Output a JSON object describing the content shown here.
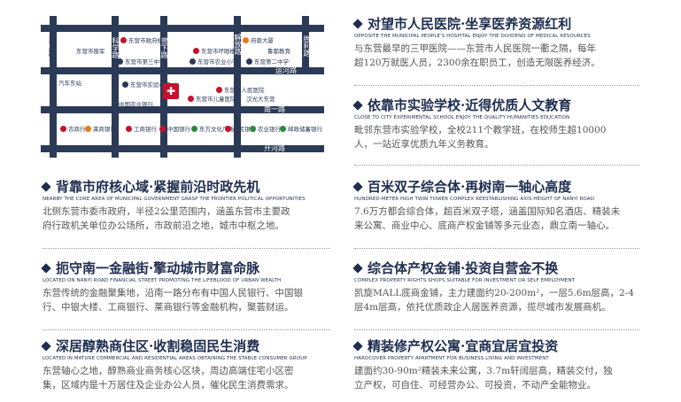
{
  "map": {
    "roads": {
      "dongsan": "东三路",
      "dongyi": "东一路",
      "kexue": "科学路",
      "yingxia": "营下路",
      "jiefang": "解放路",
      "shengli": "胜利路",
      "yunhe": "运河路",
      "nanyi": "南一路",
      "kaihe": "开河路"
    },
    "pois": {
      "govt_building": "东营市政府楼",
      "lingjun": "东营市陵军",
      "shuiluyiyuan": "东营市坏眼楼",
      "shibaoku": "府蔡大厦",
      "lubei": "鲁都教育",
      "sanzhong": "东营市第三中学",
      "shiyan": "东营市实验小学",
      "nongye": "东营市农业小学",
      "hanzhao": "汉光大东营",
      "dongying": "东营第二中学",
      "qiche": "汽车东站",
      "zhonghuo": "东营市中",
      "renmin": "中国农业银行",
      "ertong": "东营市儿童医院",
      "renmin_hosp": "东营市人民医院",
      "bank1": "农商行",
      "bank2": "莱商银行",
      "bank3": "工商银行",
      "bank4": "中国银行",
      "bank5": "东方文化广场",
      "bank6": "人民银行",
      "bank7": "农业银行",
      "bank8": "邮政储蓄银行"
    }
  },
  "sections": [
    {
      "title": "背靠市府核心域·紧握前沿时政先机",
      "subtitle": "NEARBY THE CORE AREA OF MUNICIPAL GOVERNMENT GRASP THE FRONTIER POLITICAL OPPORTUNITIES",
      "lines": [
        "北侧东营市委市政府，半径2公里范围内，涵盖东营市主要政",
        "府行政机关单位办公场所，市政前沿之地，城市中枢之地。"
      ]
    },
    {
      "title": "扼守南一金融街·擎动城市财富命脉",
      "subtitle": "LOCATED ON NANYI ROAD FINANCIAL STREET PROMOTING THE LIFEBLOOD OF URBAN WEALTH",
      "lines": [
        "东营传统的金融聚集地，沿南一路分布有中国人民银行、中国银",
        "行、中银大楼、工商银行、莱商银行等金融机构，聚荟财运。"
      ]
    },
    {
      "title": "深居醇熟商住区·收割稳固民生消费",
      "subtitle": "LOCATED IN MATURE COMMERCIAL AND RESIDENTIAL AREAS OBTAINING THE STABLE CONSUMER GROUP",
      "lines": [
        "东营轴心之地，醇熟商业商务核心区块，周边高端住宅小区密",
        "集，区域内是十万居住及企业办公人员，催化民生消费需求。"
      ]
    },
    {
      "title": "对望市人民医院·坐享医养资源红利",
      "subtitle": "OPPOSITE THE MUNICIPAL PEOPLE'S HOSPITAL ENJOY THE DIVIDEND OF MEDICAL RESOURCES",
      "lines": [
        "与东营最早的三甲医院——东营市人民医院一衢之隔，每年",
        "超120万就医人员，2300余在职员工，创造无限医养经济。"
      ]
    },
    {
      "title": "依靠市实验学校·近得优质人文教育",
      "subtitle": "CLOSE TO CITY EXPERIMENTAL SCHOOL ENJOY THE QUALITY HUMANITIES EDUCATION",
      "lines": [
        "毗邻东营市实验学校，全校211个教学班，在校师生超10000",
        "人，一站近享优质九年义务教育。"
      ]
    },
    {
      "title": "百米双子综合体·再树南一轴心高度",
      "subtitle": "HUNDRED-METER HIGH TWIN TOWER COMPLEX REESTABLISHING AXIS HEIGHT OF NANYI ROAD",
      "lines": [
        "7.6万方都会综合体，超百米双子塔，涵盖国际知名酒店、精装未",
        "来公寓、商业中心、底商产权金铺等多元业态，鼎立南一轴心。"
      ]
    },
    {
      "title": "综合体产权金铺·投资自营金不换",
      "subtitle": "COMPLEX PROPERTY RIGHTS SHOPS SUITABLE FOR INVESTMENT OR SELF EMPLOYMENT",
      "lines": [
        "凯旋MALL底商金铺，主力建面约20-200m²，一层5.6m层高，2-4",
        "层4m层高，依托优质政企人居医养资源，揽尽城市发展商机。"
      ]
    },
    {
      "title": "精装修产权公寓·宜商宜居宜投资",
      "subtitle": "HARDCOVER PROPERTY APARTMENT FOR BUSINESS LIVING AND INVESTMENT",
      "lines": [
        "建面约30-90m²精装未来公寓，3.7m轩阔层高，精装交付，独",
        "立产权，可自住、可经营办公、可投资，不动产全能物业。"
      ]
    }
  ],
  "colors": {
    "navy": "#1e2d4f",
    "road": "#2b3a57",
    "red": "#c8102e",
    "green": "#2a8a3e",
    "orange": "#e37b1c"
  }
}
